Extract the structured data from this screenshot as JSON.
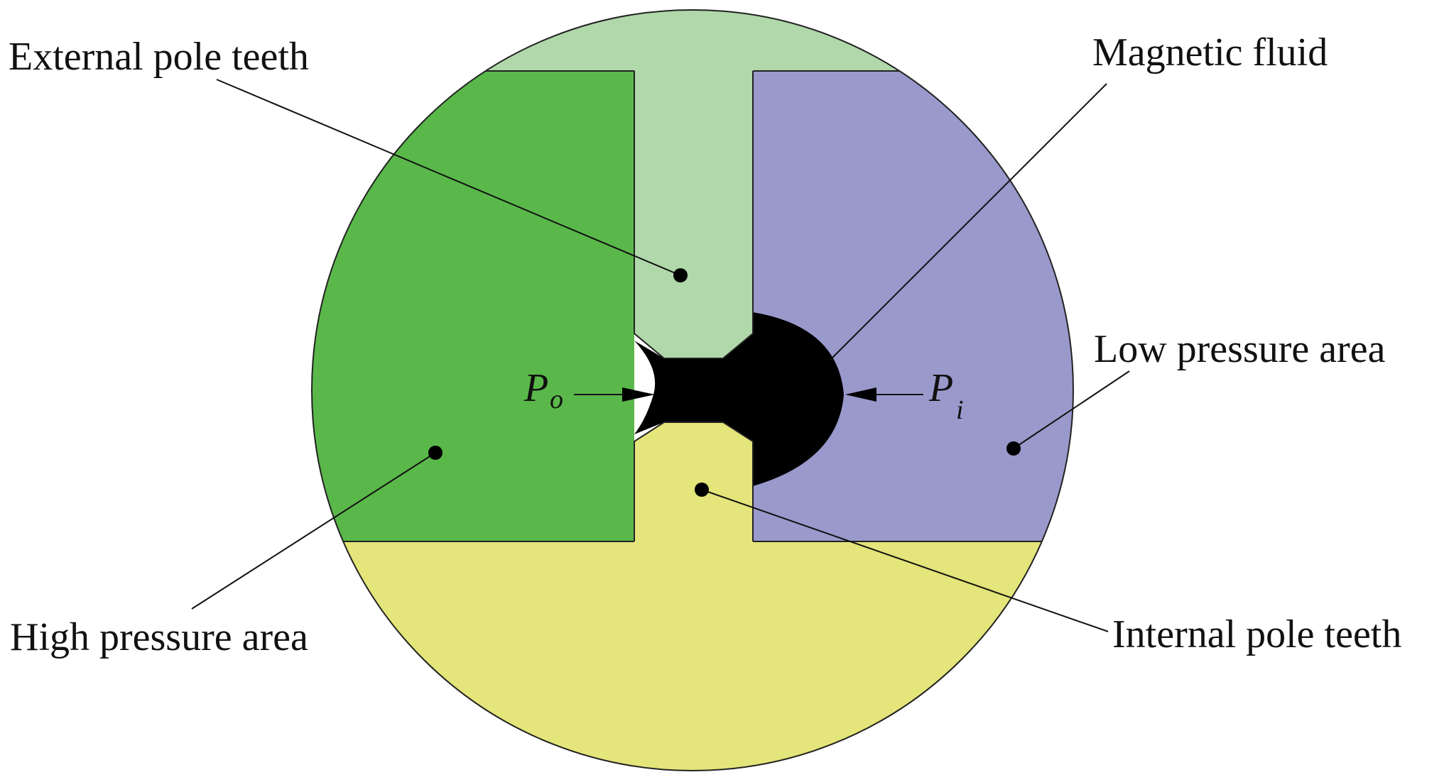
{
  "labels": {
    "external_pole_teeth": "External pole teeth",
    "magnetic_fluid": "Magnetic fluid",
    "low_pressure_area": "Low pressure area",
    "high_pressure_area": "High pressure area",
    "internal_pole_teeth": "Internal pole teeth"
  },
  "pressures": {
    "outer_symbol": "P",
    "outer_subscript": "o",
    "inner_symbol": "P",
    "inner_subscript": "i"
  },
  "colors": {
    "external_pole_teeth": "#b0d8aa",
    "high_pressure_area": "#5ab84a",
    "low_pressure_area": "#9a99cc",
    "internal_pole_teeth": "#e4e57a",
    "magnetic_fluid": "#000000"
  }
}
